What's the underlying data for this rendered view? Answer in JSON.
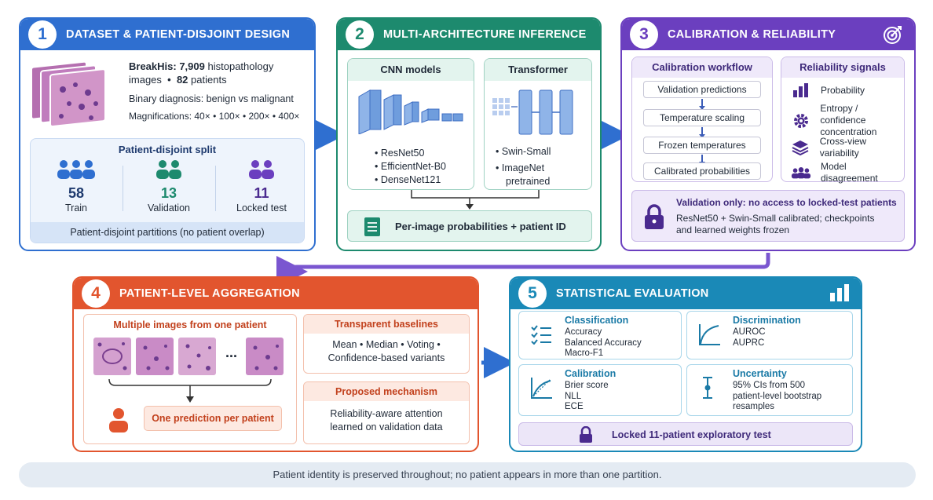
{
  "panel1": {
    "number": "1",
    "title": "DATASET & PATIENT-DISJOINT DESIGN",
    "dataset_name": "BreakHis:",
    "dataset_line1_value": "7,909",
    "dataset_line1_suffix": "histopathology",
    "dataset_line2_prefix": "images",
    "dataset_line2_sep": "•",
    "dataset_line2_value": "82",
    "dataset_line2_suffix": "patients",
    "diagnosis": "Binary diagnosis: benign vs malignant",
    "magnifications": "Magnifications:  40× • 100× • 200× • 400×",
    "split_title": "Patient-disjoint split",
    "splits": [
      {
        "count": "58",
        "label": "Train",
        "color": "#2f6fd0"
      },
      {
        "count": "13",
        "label": "Validation",
        "color": "#1d8a6e"
      },
      {
        "count": "11",
        "label": "Locked test",
        "color": "#6b3fbf"
      }
    ],
    "split_footer": "Patient-disjoint partitions (no patient overlap)"
  },
  "panel2": {
    "number": "2",
    "title": "MULTI-ARCHITECTURE INFERENCE",
    "cnn_title": "CNN models",
    "cnn_models": [
      "ResNet50",
      "EfficientNet-B0",
      "DenseNet121"
    ],
    "transformer_title": "Transformer",
    "transformer_models": [
      "Swin-Small"
    ],
    "transformer_note_line1": "ImageNet",
    "transformer_note_line2": "pretrained",
    "output": "Per-image probabilities + patient ID"
  },
  "panel3": {
    "number": "3",
    "title": "CALIBRATION & RELIABILITY",
    "workflow_title": "Calibration workflow",
    "workflow_steps": [
      "Validation predictions",
      "Temperature scaling",
      "Frozen temperatures",
      "Calibrated probabilities"
    ],
    "signals_title": "Reliability signals",
    "signals": [
      {
        "label": "Probability",
        "icon": "bar-chart-icon"
      },
      {
        "label_line1": "Entropy / confidence",
        "label_line2": "concentration",
        "icon": "gear-icon"
      },
      {
        "label": "Cross-view variability",
        "icon": "layers-icon"
      },
      {
        "label": "Model disagreement",
        "icon": "people-icon"
      }
    ],
    "note_title": "Validation only: no access to locked-test patients",
    "note_line1": "ResNet50 + Swin-Small calibrated; checkpoints",
    "note_line2": "and learned weights frozen"
  },
  "panel4": {
    "number": "4",
    "title": "PATIENT-LEVEL AGGREGATION",
    "images_title": "Multiple images from one patient",
    "ellipsis": "...",
    "output": "One prediction per patient",
    "baselines_title": "Transparent baselines",
    "baselines_line1": "Mean • Median • Voting •",
    "baselines_line2": "Confidence-based variants",
    "mechanism_title": "Proposed mechanism",
    "mechanism_line1": "Reliability-aware attention",
    "mechanism_line2": "learned on validation data"
  },
  "panel5": {
    "number": "5",
    "title": "STATISTICAL EVALUATION",
    "blocks": [
      {
        "title": "Classification",
        "items": [
          "Accuracy",
          "Balanced Accuracy",
          "Macro-F1"
        ],
        "icon": "checklist-icon"
      },
      {
        "title": "Discrimination",
        "items": [
          "AUROC",
          "AUPRC"
        ],
        "icon": "roc-curve-icon"
      },
      {
        "title": "Calibration",
        "items": [
          "Brier score",
          "NLL",
          "ECE"
        ],
        "icon": "calibration-curve-icon"
      },
      {
        "title": "Uncertainty",
        "items": [
          "95% CIs from 500",
          "patient-level bootstrap",
          "resamples"
        ],
        "icon": "interval-icon"
      }
    ],
    "locked": "Locked 11-patient exploratory test"
  },
  "footer": "Patient identity is preserved throughout; no patient appears in more than one partition.",
  "colors": {
    "blue": "#2f6fd0",
    "green": "#1d8a6e",
    "purple": "#6b3fbf",
    "orange": "#e2552e",
    "teal": "#1a89b7"
  }
}
